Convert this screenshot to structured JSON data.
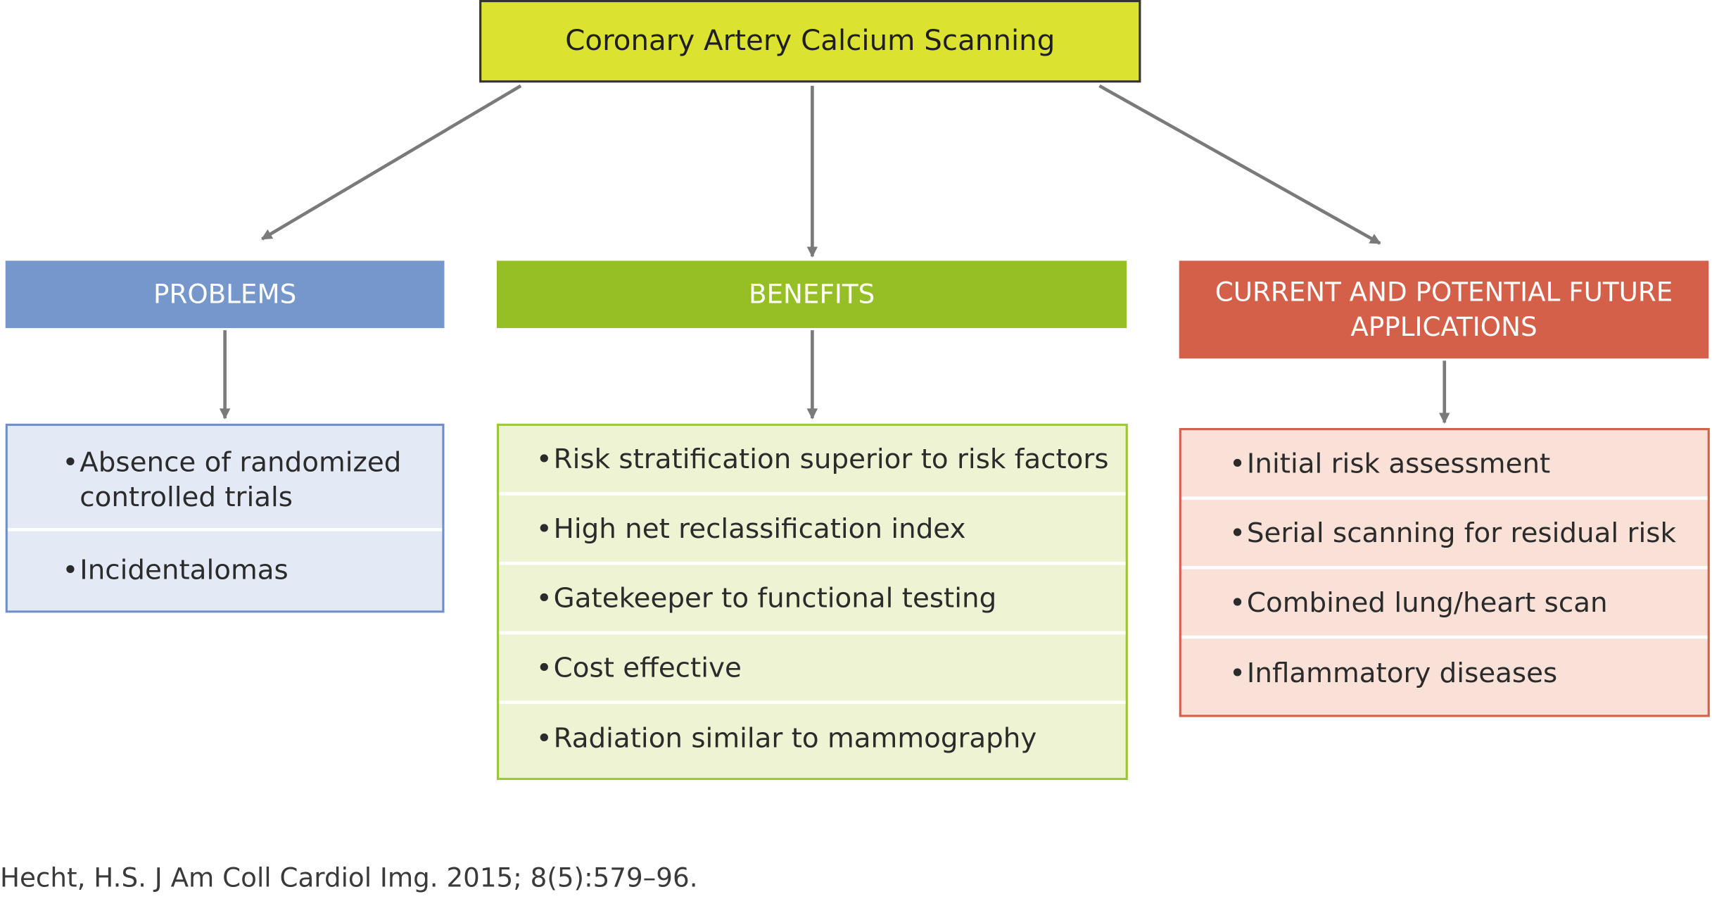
{
  "diagram": {
    "title": "Coronary Artery Calcium Scanning",
    "branches": [
      {
        "header": "PROBLEMS",
        "color": "#7597cb",
        "items": [
          "Absence of randomized controlled trials",
          "Incidentalomas"
        ]
      },
      {
        "header": "BENEFITS",
        "color": "#96bf26",
        "items": [
          "Risk stratification superior to risk factors",
          "High net reclassification index",
          "Gatekeeper to functional testing",
          "Cost effective",
          "Radiation similar to mammography"
        ]
      },
      {
        "header": "CURRENT AND POTENTIAL FUTURE APPLICATIONS",
        "color": "#d4604a",
        "items": [
          "Initial risk assessment",
          "Serial scanning for residual risk",
          "Combined lung/heart scan",
          "Inflammatory diseases"
        ]
      }
    ],
    "bullet": "•",
    "citation": "Hecht, H.S. J Am Coll Cardiol Img. 2015; 8(5):579–96."
  }
}
